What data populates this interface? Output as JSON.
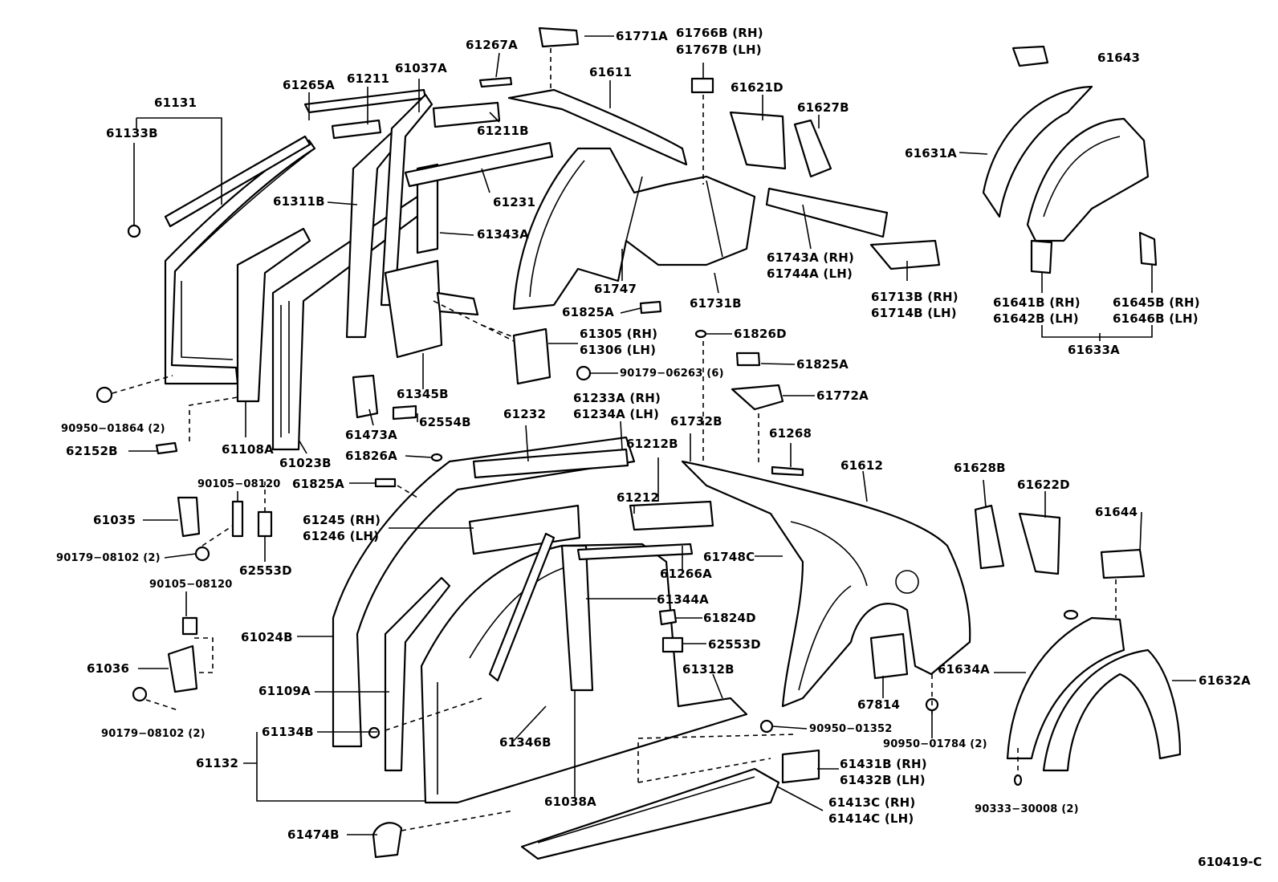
{
  "diagram_id": "610419-C",
  "labels": [
    {
      "id": "61131",
      "text": "61131"
    },
    {
      "id": "61133B",
      "text": "61133B"
    },
    {
      "id": "61265A",
      "text": "61265A"
    },
    {
      "id": "61211",
      "text": "61211"
    },
    {
      "id": "61037A",
      "text": "61037A"
    },
    {
      "id": "61267A",
      "text": "61267A"
    },
    {
      "id": "61771A",
      "text": "61771A"
    },
    {
      "id": "61766B",
      "text": "61766B (RH)"
    },
    {
      "id": "61767B",
      "text": "61767B (LH)"
    },
    {
      "id": "61643",
      "text": "61643"
    },
    {
      "id": "61611",
      "text": "61611"
    },
    {
      "id": "61621D",
      "text": "61621D"
    },
    {
      "id": "61627B",
      "text": "61627B"
    },
    {
      "id": "61211B",
      "text": "61211B"
    },
    {
      "id": "61631A",
      "text": "61631A"
    },
    {
      "id": "61311B",
      "text": "61311B"
    },
    {
      "id": "61231",
      "text": "61231"
    },
    {
      "id": "61343A",
      "text": "61343A"
    },
    {
      "id": "61743A",
      "text": "61743A (RH)"
    },
    {
      "id": "61744A",
      "text": "61744A (LH)"
    },
    {
      "id": "61747",
      "text": "61747"
    },
    {
      "id": "61713B",
      "text": "61713B (RH)"
    },
    {
      "id": "61714B",
      "text": "61714B (LH)"
    },
    {
      "id": "61641B",
      "text": "61641B (RH)"
    },
    {
      "id": "61642B",
      "text": "61642B (LH)"
    },
    {
      "id": "61645B",
      "text": "61645B (RH)"
    },
    {
      "id": "61646B",
      "text": "61646B (LH)"
    },
    {
      "id": "61825A_1",
      "text": "61825A"
    },
    {
      "id": "61731B",
      "text": "61731B"
    },
    {
      "id": "61826D",
      "text": "61826D"
    },
    {
      "id": "61305",
      "text": "61305 (RH)"
    },
    {
      "id": "61306",
      "text": "61306 (LH)"
    },
    {
      "id": "61633A",
      "text": "61633A"
    },
    {
      "id": "90179_06263",
      "text": "90179−06263 (6)"
    },
    {
      "id": "61825A_2",
      "text": "61825A"
    },
    {
      "id": "61345B",
      "text": "61345B"
    },
    {
      "id": "61772A",
      "text": "61772A"
    },
    {
      "id": "90950_01864",
      "text": "90950−01864 (2)"
    },
    {
      "id": "62554B",
      "text": "62554B"
    },
    {
      "id": "61473A",
      "text": "61473A"
    },
    {
      "id": "61232",
      "text": "61232"
    },
    {
      "id": "61233A",
      "text": "61233A (RH)"
    },
    {
      "id": "61234A",
      "text": "61234A (LH)"
    },
    {
      "id": "61732B",
      "text": "61732B"
    },
    {
      "id": "61268",
      "text": "61268"
    },
    {
      "id": "62152B",
      "text": "62152B"
    },
    {
      "id": "61108A",
      "text": "61108A"
    },
    {
      "id": "61023B",
      "text": "61023B"
    },
    {
      "id": "61826A",
      "text": "61826A"
    },
    {
      "id": "61212B",
      "text": "61212B"
    },
    {
      "id": "61612",
      "text": "61612"
    },
    {
      "id": "61628B",
      "text": "61628B"
    },
    {
      "id": "61622D",
      "text": "61622D"
    },
    {
      "id": "90105_08120_1",
      "text": "90105−08120"
    },
    {
      "id": "61825A_3",
      "text": "61825A"
    },
    {
      "id": "61035",
      "text": "61035"
    },
    {
      "id": "61212",
      "text": "61212"
    },
    {
      "id": "61644",
      "text": "61644"
    },
    {
      "id": "61245",
      "text": "61245 (RH)"
    },
    {
      "id": "61246",
      "text": "61246 (LH)"
    },
    {
      "id": "90179_08102_1",
      "text": "90179−08102 (2)"
    },
    {
      "id": "61748C",
      "text": "61748C"
    },
    {
      "id": "62553D_1",
      "text": "62553D"
    },
    {
      "id": "61266A",
      "text": "61266A"
    },
    {
      "id": "90105_08120_2",
      "text": "90105−08120"
    },
    {
      "id": "61344A",
      "text": "61344A"
    },
    {
      "id": "61824D",
      "text": "61824D"
    },
    {
      "id": "61024B",
      "text": "61024B"
    },
    {
      "id": "62553D_2",
      "text": "62553D"
    },
    {
      "id": "61036",
      "text": "61036"
    },
    {
      "id": "61312B",
      "text": "61312B"
    },
    {
      "id": "61634A",
      "text": "61634A"
    },
    {
      "id": "61632A",
      "text": "61632A"
    },
    {
      "id": "61109A",
      "text": "61109A"
    },
    {
      "id": "67814",
      "text": "67814"
    },
    {
      "id": "90179_08102_2",
      "text": "90179−08102 (2)"
    },
    {
      "id": "61134B",
      "text": "61134B"
    },
    {
      "id": "90950_01352",
      "text": "90950−01352"
    },
    {
      "id": "90950_01784",
      "text": "90950−01784 (2)"
    },
    {
      "id": "61346B",
      "text": "61346B"
    },
    {
      "id": "61132",
      "text": "61132"
    },
    {
      "id": "61431B",
      "text": "61431B (RH)"
    },
    {
      "id": "61432B",
      "text": "61432B (LH)"
    },
    {
      "id": "61038A",
      "text": "61038A"
    },
    {
      "id": "61413C",
      "text": "61413C (RH)"
    },
    {
      "id": "61414C",
      "text": "61414C (LH)"
    },
    {
      "id": "90333_30008",
      "text": "90333−30008 (2)"
    },
    {
      "id": "61474B",
      "text": "61474B"
    }
  ]
}
